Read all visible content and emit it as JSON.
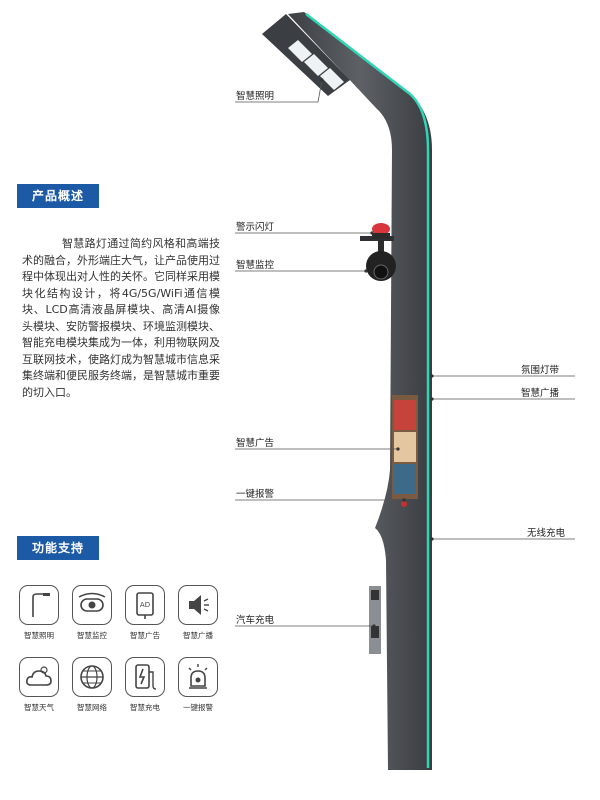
{
  "overview": {
    "heading": "产品概述",
    "text": "智慧路灯通过简约风格和高端技术的融合，外形端庄大气，让产品使用过程中体现出对人性的关怀。它同样采用模块化结构设计，将4G/5G/WiFi通信模块、LCD高清液晶屏模块、高清AI摄像头模块、安防警报模块、环境监测模块、智能充电模块集成为一体，利用物联网及互联网技术，使路灯成为智慧城市信息采集终端和便民服务终端，是智慧城市重要的切入口。"
  },
  "features": {
    "heading": "功能支持",
    "items": [
      {
        "label": "智慧照明",
        "icon": "street-lamp-icon"
      },
      {
        "label": "智慧监控",
        "icon": "camera-icon"
      },
      {
        "label": "智慧广告",
        "icon": "ad-screen-icon"
      },
      {
        "label": "智慧广播",
        "icon": "speaker-icon"
      },
      {
        "label": "智慧天气",
        "icon": "weather-icon"
      },
      {
        "label": "智慧网络",
        "icon": "globe-network-icon"
      },
      {
        "label": "智慧充电",
        "icon": "charging-icon"
      },
      {
        "label": "一键报警",
        "icon": "alarm-button-icon"
      }
    ]
  },
  "callouts": {
    "lighting": "智慧照明",
    "warning_light": "警示闪灯",
    "monitoring": "智慧监控",
    "ambient_strip": "氛围灯带",
    "broadcast": "智慧广播",
    "advertising": "智慧广告",
    "sos": "一键报警",
    "wireless_charging": "无线充电",
    "car_charging": "汽车充电"
  },
  "colors": {
    "accent": "#1c5aa6",
    "pole": "#4f5358",
    "strip": "#2fd6b6"
  }
}
